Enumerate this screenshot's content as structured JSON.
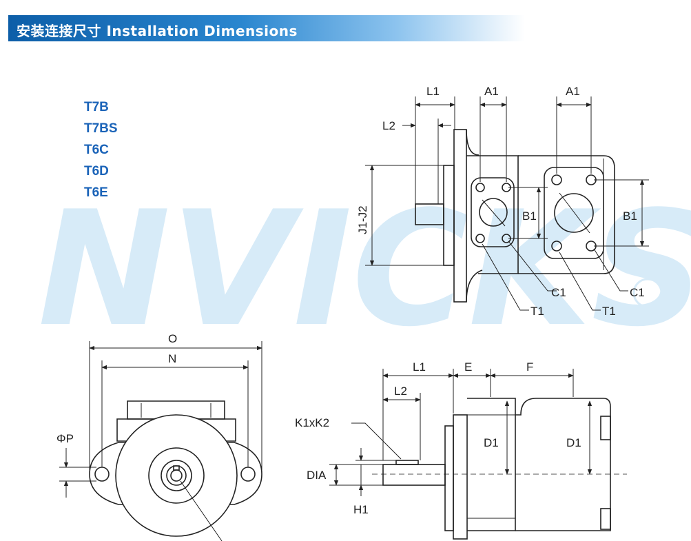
{
  "header": {
    "title": "安装连接尺寸 Installation Dimensions"
  },
  "models": [
    "T7B",
    "T7BS",
    "T6C",
    "T6D",
    "T6E"
  ],
  "watermark": "NVICKS",
  "labels": {
    "L1": "L1",
    "L2": "L2",
    "A1": "A1",
    "B1": "B1",
    "C1": "C1",
    "T1": "T1",
    "J1J2": "J1-J2",
    "O": "O",
    "N": "N",
    "P": "ΦP",
    "E": "E",
    "F": "F",
    "D1": "D1",
    "K1K2": "K1xK2",
    "DIA": "DIA",
    "H1": "H1"
  },
  "colors": {
    "banner": "#0d5ea8",
    "model_text": "#1a63b8",
    "watermark": "#d7ebf8"
  }
}
